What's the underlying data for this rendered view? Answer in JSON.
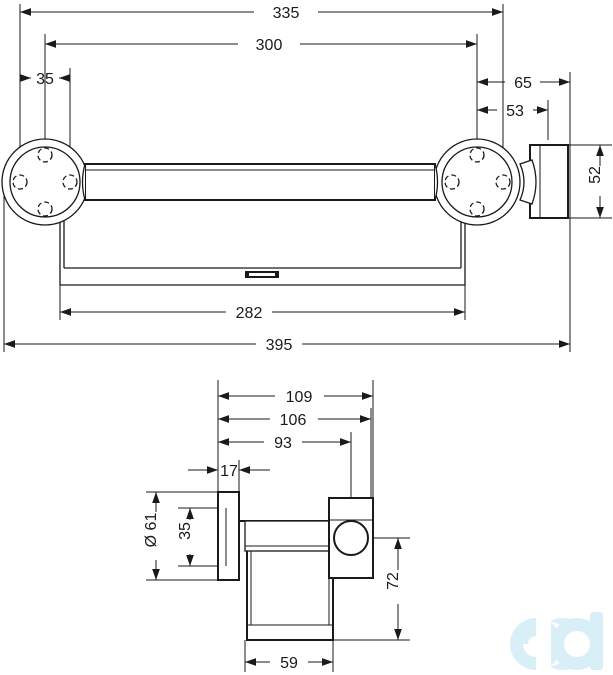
{
  "drawing": {
    "top_view": {
      "dim_overall_width": "335",
      "dim_hole_spacing": "300",
      "dim_hole_offset": "35",
      "dim_holder_offset": "65",
      "dim_holder_width": "53",
      "dim_holder_height": "52",
      "dim_shelf_width": "282",
      "dim_total_width": "395"
    },
    "side_view": {
      "dim_depth_total": "109",
      "dim_depth_holder": "106",
      "dim_depth_axis": "93",
      "dim_rosette_thickness": "17",
      "dim_rosette_diameter": "Ø 61",
      "dim_hole_spacing": "35",
      "dim_height": "72",
      "dim_shelf_depth": "59"
    }
  },
  "watermark": {
    "icon": "brand-logo"
  }
}
